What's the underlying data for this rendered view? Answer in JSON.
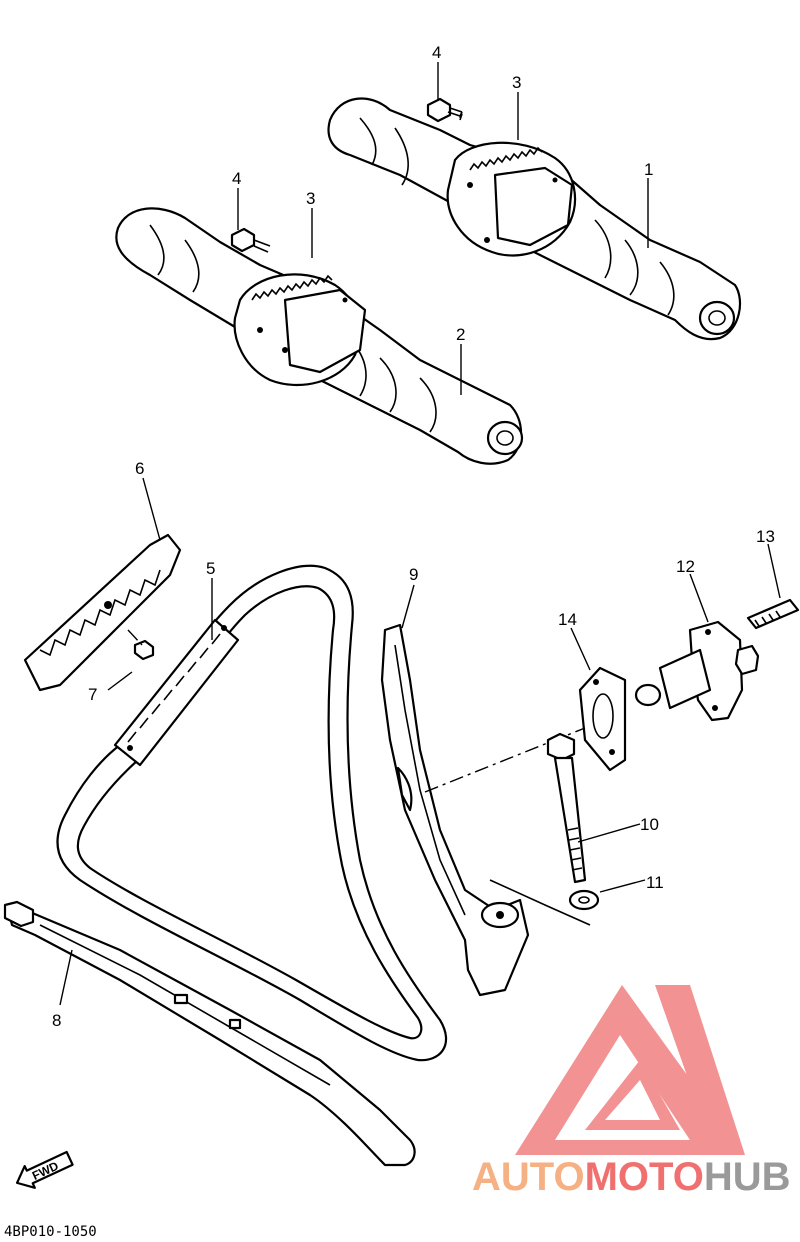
{
  "callouts": {
    "c1": "1",
    "c2": "2",
    "c3a": "3",
    "c3b": "3",
    "c4a": "4",
    "c4b": "4",
    "c5": "5",
    "c6": "6",
    "c7": "7",
    "c8": "8",
    "c9": "9",
    "c10": "10",
    "c11": "11",
    "c12": "12",
    "c13": "13",
    "c14": "14"
  },
  "fwd_label": "FWD",
  "diagram_code": "4BP010-1050",
  "watermark": {
    "part1": "AUTO",
    "part2": "MOTO",
    "part3": "HUB",
    "color_orange": "#f5b183",
    "color_red": "#f07070",
    "color_gray": "#9a9a9a"
  }
}
